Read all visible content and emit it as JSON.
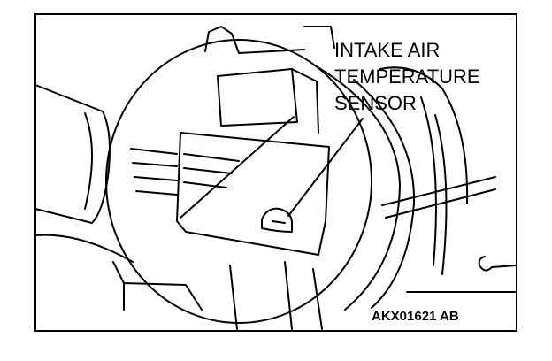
{
  "callout": {
    "line1": "INTAKE AIR",
    "line2": "TEMPERATURE",
    "line3": "SENSOR"
  },
  "figure_code": "AKX01621 AB",
  "colors": {
    "ink": "#000000",
    "paper": "#ffffff"
  }
}
